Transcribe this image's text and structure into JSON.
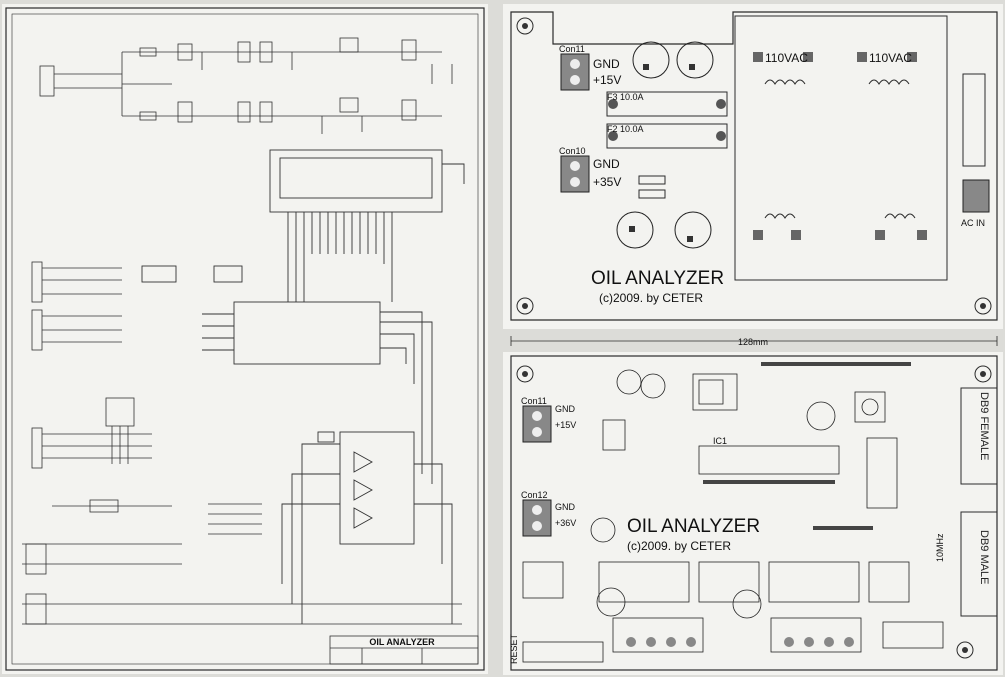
{
  "schematic": {
    "title_block": "OIL ANALYZER"
  },
  "pcb_top": {
    "connectors": [
      {
        "ref": "Con11",
        "pins": [
          "GND",
          "+15V"
        ]
      },
      {
        "ref": "Con10",
        "pins": [
          "GND",
          "+35V"
        ]
      }
    ],
    "fuses": [
      "F3 10.0A",
      "F2 10.0A"
    ],
    "transformer_taps": [
      "110VAC",
      "110VAC"
    ],
    "right_connector": "AC IN",
    "title": "OIL ANALYZER",
    "copyright": "(c)2009. by CETER"
  },
  "dimension": "128mm",
  "pcb_bottom": {
    "connectors": [
      {
        "ref": "Con11",
        "pins": [
          "GND",
          "+15V"
        ]
      },
      {
        "ref": "Con12",
        "pins": [
          "GND",
          "+36V"
        ]
      }
    ],
    "db9": [
      "DB9 FEMALE",
      "DB9 MALE"
    ],
    "title": "OIL ANALYZER",
    "copyright": "(c)2009. by CETER",
    "ic_label": "IC1",
    "reset_label": "RESET",
    "crystal_label": "10MHz"
  }
}
